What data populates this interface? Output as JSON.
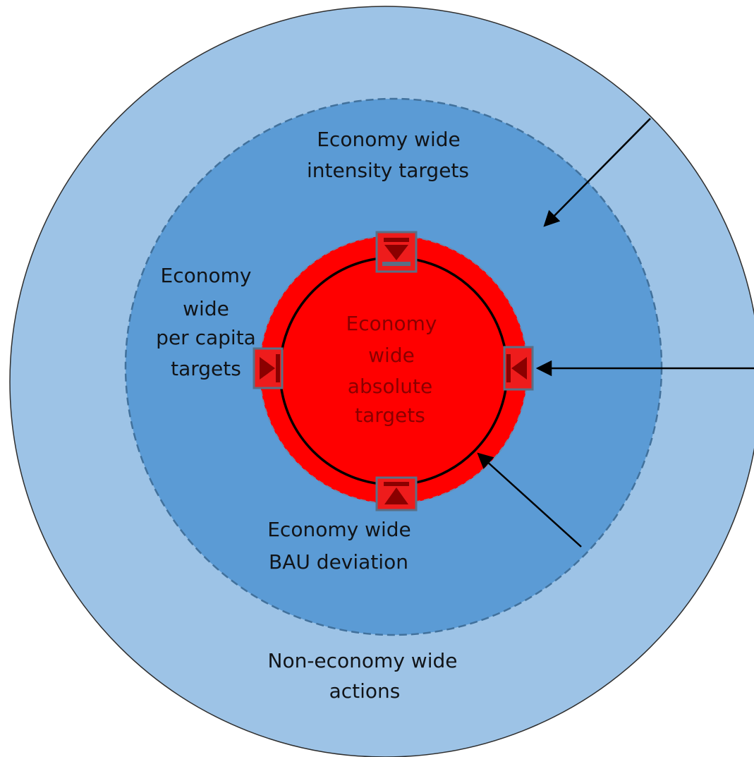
{
  "colors": {
    "outer_ring": "#9dc3e6",
    "middle_ring": "#5b9bd5",
    "middle_ring_border": "#41719c",
    "inner_circle": "#ff0000",
    "inner_ring_line": "#000000",
    "marker_fill": "#ee1c1c",
    "marker_glyph": "#8b0000",
    "marker_border": "#5a6f86",
    "label_dark": "#111418",
    "label_red": "#8a0000"
  },
  "rings": {
    "outer": {
      "line1": "",
      "line2": "Non-economy wide",
      "line3": "actions"
    },
    "middle": {
      "line1": "Economy wide",
      "line2": "intensity targets"
    },
    "per_capita": {
      "line1": "Economy",
      "line2": "wide",
      "line3": "per capita",
      "line4": "targets"
    },
    "bau": {
      "line1": "Economy wide",
      "line2": "BAU deviation"
    },
    "inner": {
      "line1": "Economy",
      "line2": "wide",
      "line3": "absolute",
      "line4": "targets"
    }
  },
  "markers": [
    {
      "name": "top-marker",
      "icon": "triangle-down-icon"
    },
    {
      "name": "left-marker",
      "icon": "triangle-right-bar-icon"
    },
    {
      "name": "right-marker",
      "icon": "triangle-left-bar-icon"
    },
    {
      "name": "bottom-marker",
      "icon": "triangle-up-icon"
    }
  ]
}
